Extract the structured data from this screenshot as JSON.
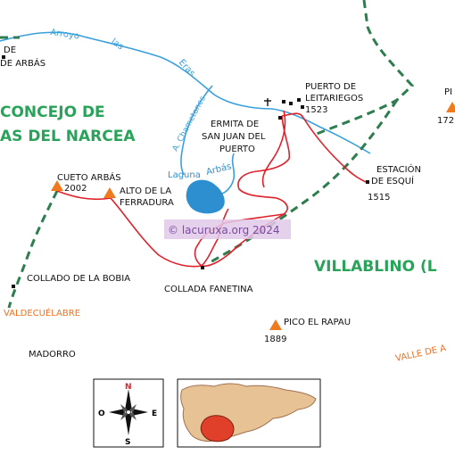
{
  "colors": {
    "river": "#3aa0dc",
    "border": "#2e7d4f",
    "route": "#e0202a",
    "district": "#2aa35a",
    "orange": "#f07020",
    "peak": "#f07a1e",
    "black": "#111111",
    "lake": "#2e8fd0"
  },
  "labels": {
    "arroyo": "Arroyo",
    "las": "las",
    "eras": "Eras",
    "de": "DE",
    "arbas_left": "DE ARBÁS",
    "concejo_1": "CONCEJO DE",
    "concejo_2": "AS DEL NARCEA",
    "chametones": "A. Chametones",
    "laguna": "Laguna",
    "arbas_lake": "Arbás",
    "puerto_1": "PUERTO DE",
    "puerto_2": "LEITARIEGOS",
    "puerto_alt": "1523",
    "ermita_1": "ERMITA DE",
    "ermita_2": "SAN JUAN DEL",
    "ermita_3": "PUERTO",
    "estacion_1": "ESTACIÓN",
    "estacion_2": "DE ESQUÍ",
    "estacion_alt": "1515",
    "cueto_name": "CUETO ARBÁS",
    "cueto_alt": "2002",
    "ferradura_1": "ALTO DE LA",
    "ferradura_2": "FERRADURA",
    "watermark": "© lacuruxa.org 2024",
    "villablino": "VILLABLINO (L",
    "pico_right_name": "PI",
    "pico_right_alt": "172",
    "collado_bobia": "COLLADO DE LA BOBIA",
    "collada_fanetina": "COLLADA FANETINA",
    "valdecuelabre": "VALDECUÉLABRE",
    "pico_rapau": "PICO EL RAPAU",
    "rapau_alt": "1889",
    "madorro": "MADORRO",
    "valle": "VALLE DE A"
  },
  "compass": {
    "n": "N",
    "s": "S",
    "e": "E",
    "o": "O"
  }
}
